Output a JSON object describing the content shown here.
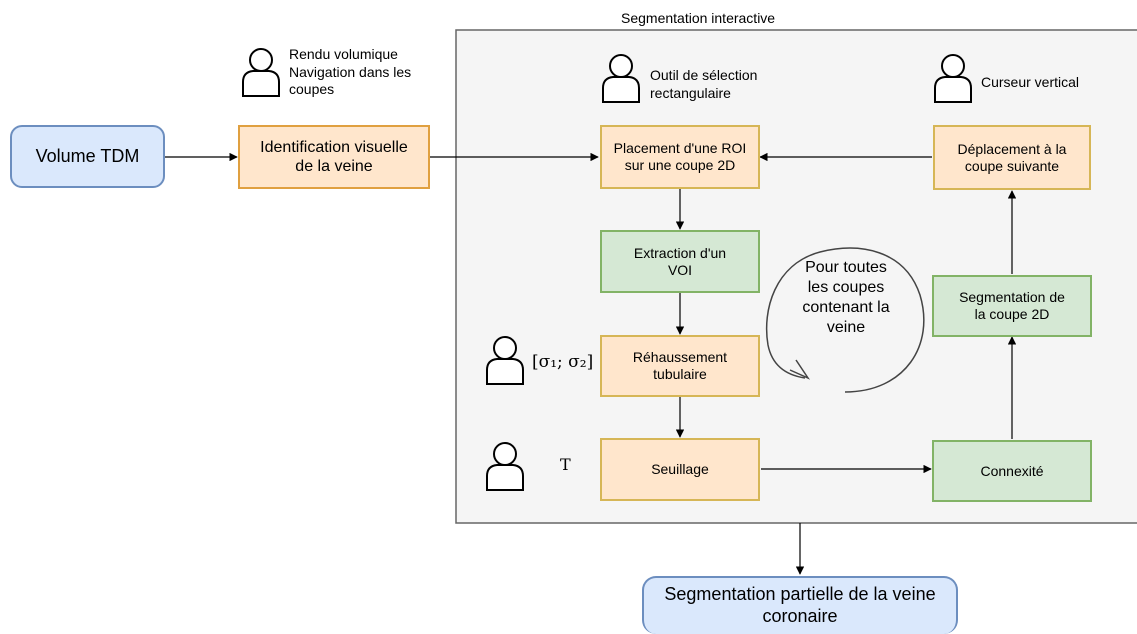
{
  "group": {
    "title": "Segmentation interactive"
  },
  "nodes": {
    "volume_tdm": "Volume TDM",
    "identification": "Identification visuelle de la veine",
    "placement": "Placement d'une ROI sur une coupe 2D",
    "extraction": "Extraction d'un VOI",
    "rehaussement": "Réhaussement tubulaire",
    "seuillage": "Seuillage",
    "connexite": "Connexité",
    "segmentation_2d": "Segmentation de la coupe 2D",
    "deplacement": "Déplacement à la coupe suivante",
    "output": "Segmentation partielle de la veine coronaire"
  },
  "actors": {
    "rendu": "Rendu volumique\nNavigation dans les\ncoupes",
    "outil": "Outil de sélection\nrectangulaire",
    "curseur": "Curseur vertical",
    "sigma": "[σ₁; σ₂]",
    "threshold": "T"
  },
  "loop_label": "Pour toutes\nles coupes\ncontenant la\nveine"
}
